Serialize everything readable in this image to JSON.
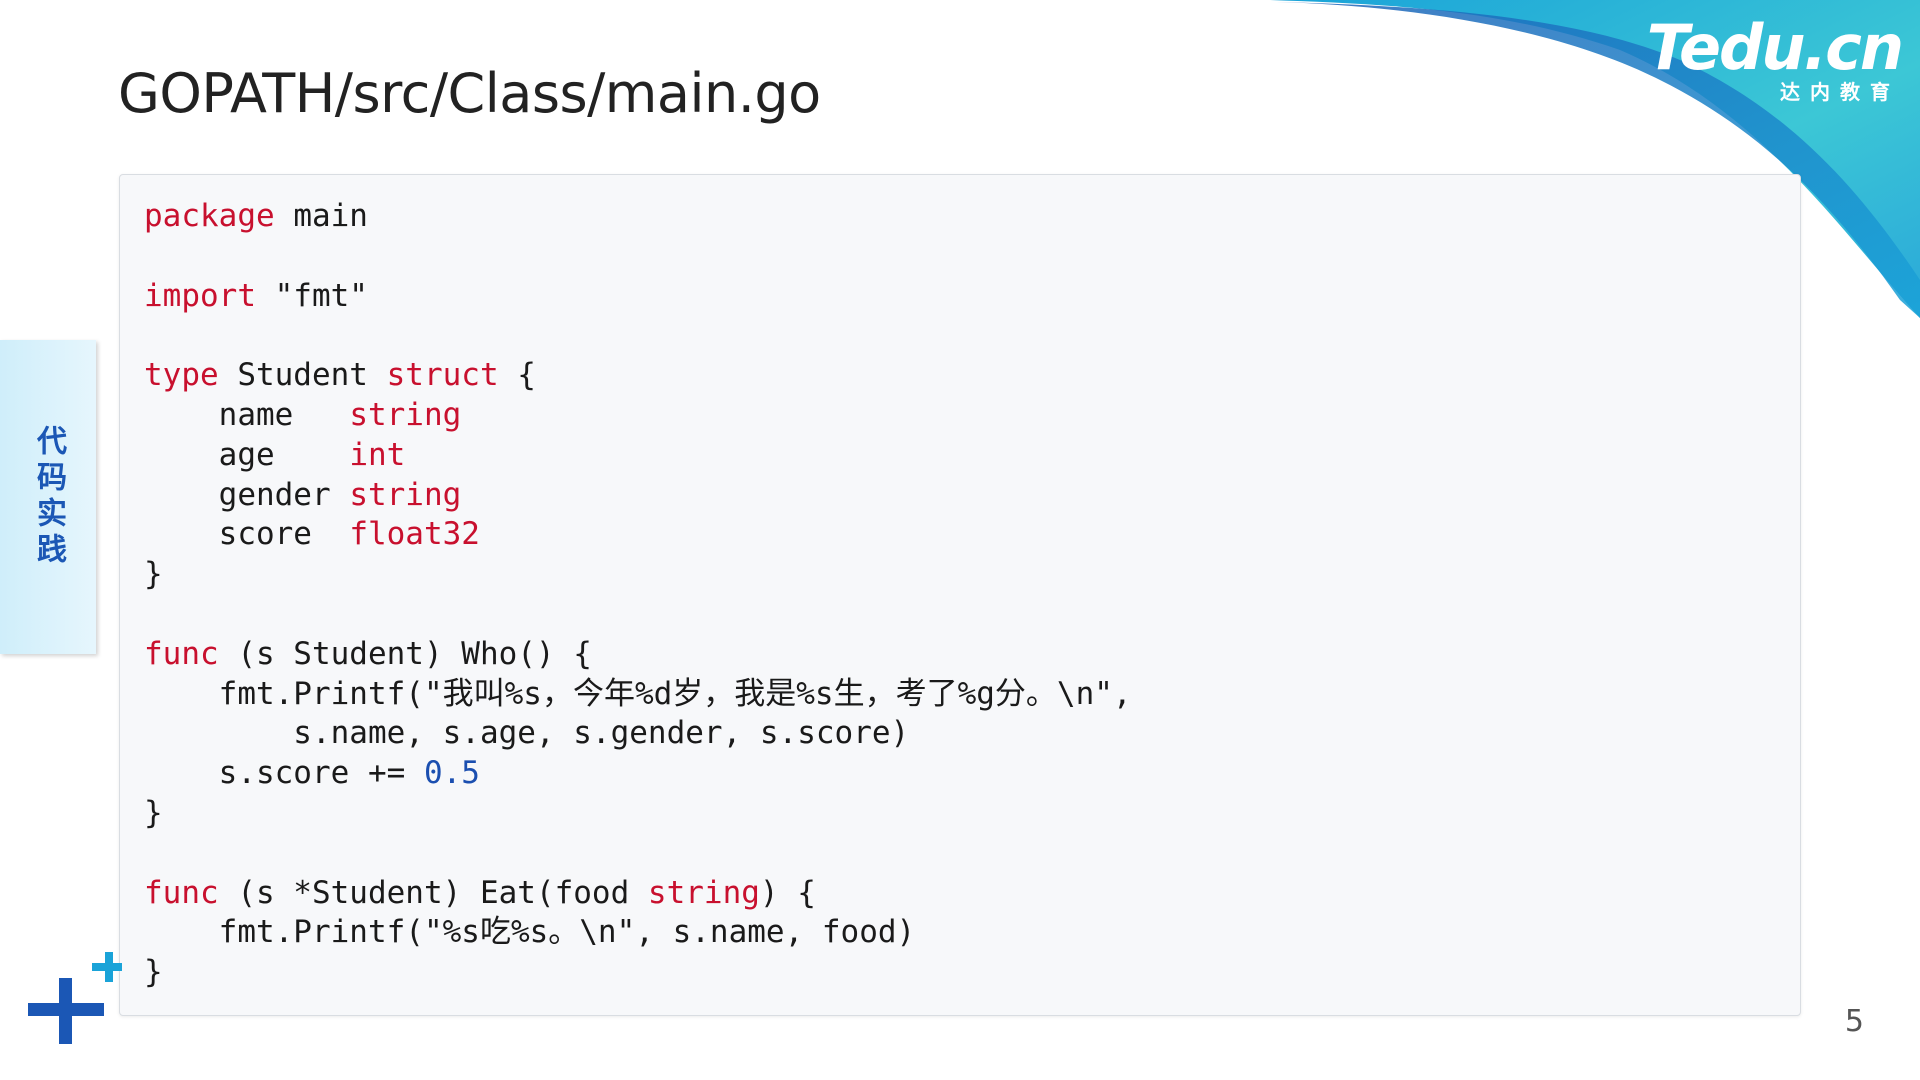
{
  "slide": {
    "title": "GOPATH/src/Class/main.go",
    "side_tab": "代码实践",
    "page_number": "5"
  },
  "logo": {
    "brand": "Tedu.cn",
    "subtitle": "达内教育"
  },
  "code": {
    "language": "go",
    "lines": [
      [
        {
          "t": "package",
          "k": "kw"
        },
        {
          "t": " main"
        }
      ],
      [],
      [
        {
          "t": "import",
          "k": "kw"
        },
        {
          "t": " \"fmt\""
        }
      ],
      [],
      [
        {
          "t": "type",
          "k": "kw"
        },
        {
          "t": " Student "
        },
        {
          "t": "struct",
          "k": "kw"
        },
        {
          "t": " {"
        }
      ],
      [
        {
          "t": "    name   "
        },
        {
          "t": "string",
          "k": "kw"
        }
      ],
      [
        {
          "t": "    age    "
        },
        {
          "t": "int",
          "k": "kw"
        }
      ],
      [
        {
          "t": "    gender "
        },
        {
          "t": "string",
          "k": "kw"
        }
      ],
      [
        {
          "t": "    score  "
        },
        {
          "t": "float32",
          "k": "kw"
        }
      ],
      [
        {
          "t": "}"
        }
      ],
      [],
      [
        {
          "t": "func",
          "k": "kw"
        },
        {
          "t": " (s Student) Who() {"
        }
      ],
      [
        {
          "t": "    fmt.Printf(\"我叫%s，今年%d岁，我是%s生，考了%g分。\\n\","
        }
      ],
      [
        {
          "t": "        s.name, s.age, s.gender, s.score)"
        }
      ],
      [
        {
          "t": "    s.score += "
        },
        {
          "t": "0.5",
          "k": "num"
        }
      ],
      [
        {
          "t": "}"
        }
      ],
      [],
      [
        {
          "t": "func",
          "k": "kw"
        },
        {
          "t": " (s *Student) Eat(food "
        },
        {
          "t": "string",
          "k": "kw"
        },
        {
          "t": ") {"
        }
      ],
      [
        {
          "t": "    fmt.Printf(\"%s吃%s。\\n\", s.name, food)"
        }
      ],
      [
        {
          "t": "}"
        }
      ]
    ]
  },
  "colors": {
    "keyword": "#c8102e",
    "number": "#1b4fb0",
    "accent_blue": "#1b57b5",
    "accent_cyan": "#1aa3d8"
  }
}
